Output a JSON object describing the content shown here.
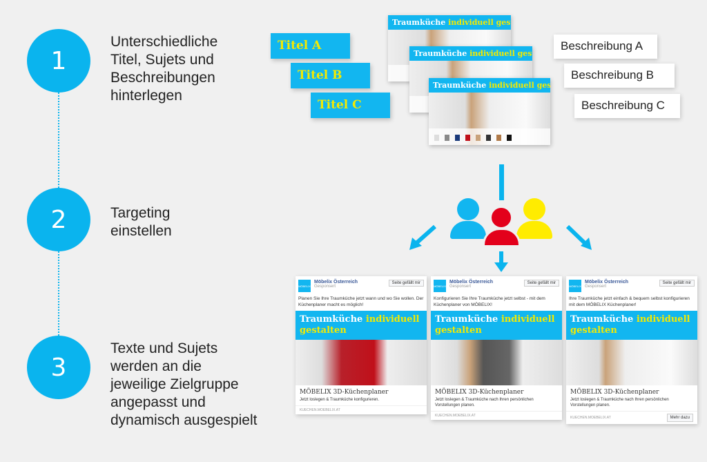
{
  "steps": [
    {
      "number": "1",
      "text": "Unterschiedliche\nTitel, Sujets und\nBeschreibungen\nhinterlegen"
    },
    {
      "number": "2",
      "text": "Targeting\neinstellen"
    },
    {
      "number": "3",
      "text": "Texte und Sujets\nwerden an die\njeweilige Zielgruppe\nangepasst und\ndynamisch ausgespielt"
    }
  ],
  "titles": [
    "Titel A",
    "Titel B",
    "Titel C"
  ],
  "descriptions": [
    "Beschreibung A",
    "Beschreibung B",
    "Beschreibung C"
  ],
  "sujet": {
    "banner_plain": "Traumküche ",
    "banner_highlight": "individuell gestalten"
  },
  "colors": {
    "accent": "#0ab4ee",
    "highlight": "#f5ea00",
    "person_blue": "#12b6f0",
    "person_red": "#e3001b",
    "person_yellow": "#ffec00"
  },
  "ads": [
    {
      "page": "Möbelix Österreich",
      "sponsored": "Gesponsert",
      "like": "Seite gefällt mir",
      "text": "Planen Sie Ihre Traumküche jetzt wann und wo Sie wollen. Der Küchenplaner macht es möglich!",
      "headline": "MÖBELIX 3D-Küchenplaner",
      "desc": "Jetzt loslegen & Traumküche konfigurieren.",
      "url": "KUECHEN.MOEBELIX.AT",
      "cta": ""
    },
    {
      "page": "Möbelix Österreich",
      "sponsored": "Gesponsert",
      "like": "Seite gefällt mir",
      "text": "Konfigurieren Sie Ihre Traumküche jetzt selbst - mit dem Küchenplaner von MÖBELIX!",
      "headline": "MÖBELIX 3D-Küchenplaner",
      "desc": "Jetzt loslegen & Traumküche nach Ihren persönlichen Vorstellungen planen.",
      "url": "KUECHEN.MOEBELIX.AT",
      "cta": ""
    },
    {
      "page": "Möbelix Österreich",
      "sponsored": "Gesponsert",
      "like": "Seite gefällt mir",
      "text": "Ihre Traumküche jetzt einfach & bequem selbst konfigurieren mit dem MÖBELIX Küchenplaner!",
      "headline": "MÖBELIX 3D-Küchenplaner",
      "desc": "Jetzt loslegen & Traumküche nach Ihren persönlichen Vorstellungen planen.",
      "url": "KUECHEN.MOEBELIX.AT",
      "cta": "Mehr dazu"
    }
  ],
  "logo_text": "MÖBELIX"
}
